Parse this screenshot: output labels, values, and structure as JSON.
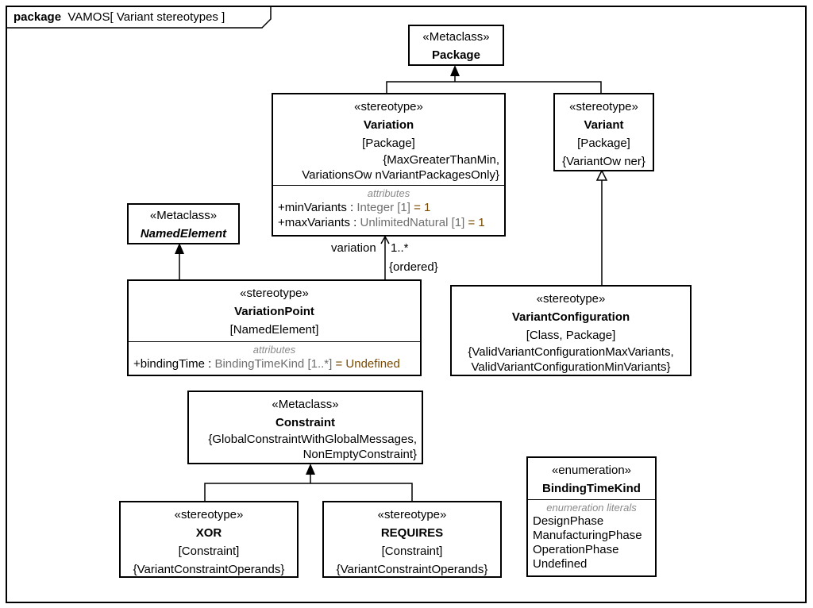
{
  "frame": {
    "keyword": "package",
    "name": "VAMOS",
    "title": "Variant stereotypes"
  },
  "classes": {
    "package": {
      "stereotype": "«Metaclass»",
      "name": "Package"
    },
    "variation": {
      "stereotype": "«stereotype»",
      "name": "Variation",
      "metaclass": "[Package]",
      "constraints": [
        "{MaxGreaterThanMin,",
        "VariationsOw nVariantPackagesOnly}"
      ],
      "attributes_label": "attributes",
      "attributes": [
        {
          "name": "+minVariants",
          "type": "Integer",
          "mult": "[1]",
          "default": "= 1"
        },
        {
          "name": "+maxVariants",
          "type": "UnlimitedNatural",
          "mult": "[1]",
          "default": "= 1"
        }
      ]
    },
    "variant": {
      "stereotype": "«stereotype»",
      "name": "Variant",
      "metaclass": "[Package]",
      "constraints": [
        "{VariantOw ner}"
      ]
    },
    "named_element": {
      "stereotype": "«Metaclass»",
      "name": "NamedElement"
    },
    "variation_point": {
      "stereotype": "«stereotype»",
      "name": "VariationPoint",
      "metaclass": "[NamedElement]",
      "attributes_label": "attributes",
      "attributes": [
        {
          "name": "+bindingTime",
          "type": "BindingTimeKind",
          "mult": "[1..*]",
          "default": "= Undefined"
        }
      ]
    },
    "variant_configuration": {
      "stereotype": "«stereotype»",
      "name": "VariantConfiguration",
      "metaclass": "[Class, Package]",
      "constraints": [
        "{ValidVariantConfigurationMaxVariants,",
        "ValidVariantConfigurationMinVariants}"
      ]
    },
    "constraint": {
      "stereotype": "«Metaclass»",
      "name": "Constraint",
      "constraints": [
        "{GlobalConstraintWithGlobalMessages,",
        "NonEmptyConstraint}"
      ]
    },
    "xor": {
      "stereotype": "«stereotype»",
      "name": "XOR",
      "metaclass": "[Constraint]",
      "constraints": [
        "{VariantConstraintOperands}"
      ]
    },
    "requires": {
      "stereotype": "«stereotype»",
      "name": "REQUIRES",
      "metaclass": "[Constraint]",
      "constraints": [
        "{VariantConstraintOperands}"
      ]
    },
    "binding_time_kind": {
      "stereotype": "«enumeration»",
      "name": "BindingTimeKind",
      "literals_label": "enumeration literals",
      "literals": [
        "DesignPhase",
        "ManufacturingPhase",
        "OperationPhase",
        "Undefined"
      ]
    }
  },
  "association": {
    "role": "variation",
    "multiplicity": "1..*",
    "ordering": "{ordered}"
  }
}
